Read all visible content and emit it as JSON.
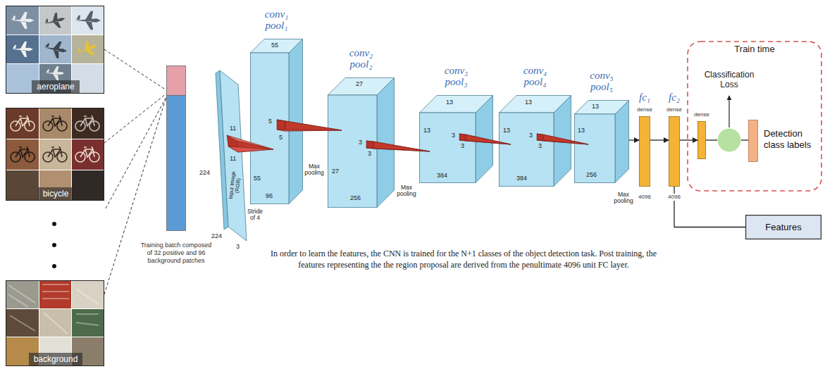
{
  "diagram": {
    "caption": "In order to learn the features, the CNN is trained for the N+1 classes of the object detection task. Post training, the features representing the the region proposal are derived from the penultimate 4096 unit FC layer.",
    "nodes": [
      {
        "text": [
          "aeroplane"
        ]
      },
      {
        "text": [
          "bicycle"
        ]
      },
      {
        "text": [
          "background"
        ]
      },
      {
        "text": [
          "Training batch composed of 32 positive and 96 background patches"
        ]
      },
      {
        "text": [
          "Input Image (RGB)"
        ]
      },
      {
        "text": [
          "conv₁ pool₁"
        ]
      },
      {
        "text": [
          "conv₂ pool₂"
        ]
      },
      {
        "text": [
          "conv₃ pool₃"
        ]
      },
      {
        "text": [
          "conv₄ pool₄"
        ]
      },
      {
        "text": [
          "conv₅ pool₅"
        ]
      },
      {
        "text": [
          "fc₁",
          "dense",
          "4096"
        ]
      },
      {
        "text": [
          "fc₂",
          "dense",
          "4096"
        ]
      },
      {
        "text": [
          "Train time"
        ]
      },
      {
        "text": [
          "dense"
        ],
        "in": 12
      },
      {
        "text": [
          "Classification Loss"
        ],
        "in": 12
      },
      {
        "text": [
          "Detection class labels"
        ],
        "in": 12
      },
      {
        "text": [
          "Features"
        ]
      }
    ],
    "edges": [
      {
        "from": 0,
        "to": 3,
        "arrow": "none"
      },
      {
        "from": 1,
        "to": 3,
        "arrow": "none"
      },
      {
        "from": 2,
        "to": 3,
        "arrow": "none"
      },
      {
        "from": 9,
        "to": 10,
        "arrow": "to"
      },
      {
        "from": 10,
        "to": 11,
        "arrow": "to"
      },
      {
        "from": 11,
        "to": 13,
        "arrow": "to"
      },
      {
        "from": 13,
        "to": 14,
        "arrow": "none"
      },
      {
        "from": 15,
        "to": 14,
        "arrow": "none"
      },
      {
        "from": 11,
        "to": 16,
        "arrow": "none"
      }
    ],
    "labels": [
      "11",
      "11",
      "224",
      "224",
      "3",
      "Stride of 4",
      "55",
      "55",
      "96",
      "5",
      "5",
      "Max pooling",
      "27",
      "27",
      "256",
      "3",
      "3",
      "Max pooling",
      "13",
      "13",
      "384",
      "3",
      "3",
      "13",
      "13",
      "384",
      "3",
      "3",
      "13",
      "13",
      "256",
      "Max pooling"
    ]
  }
}
